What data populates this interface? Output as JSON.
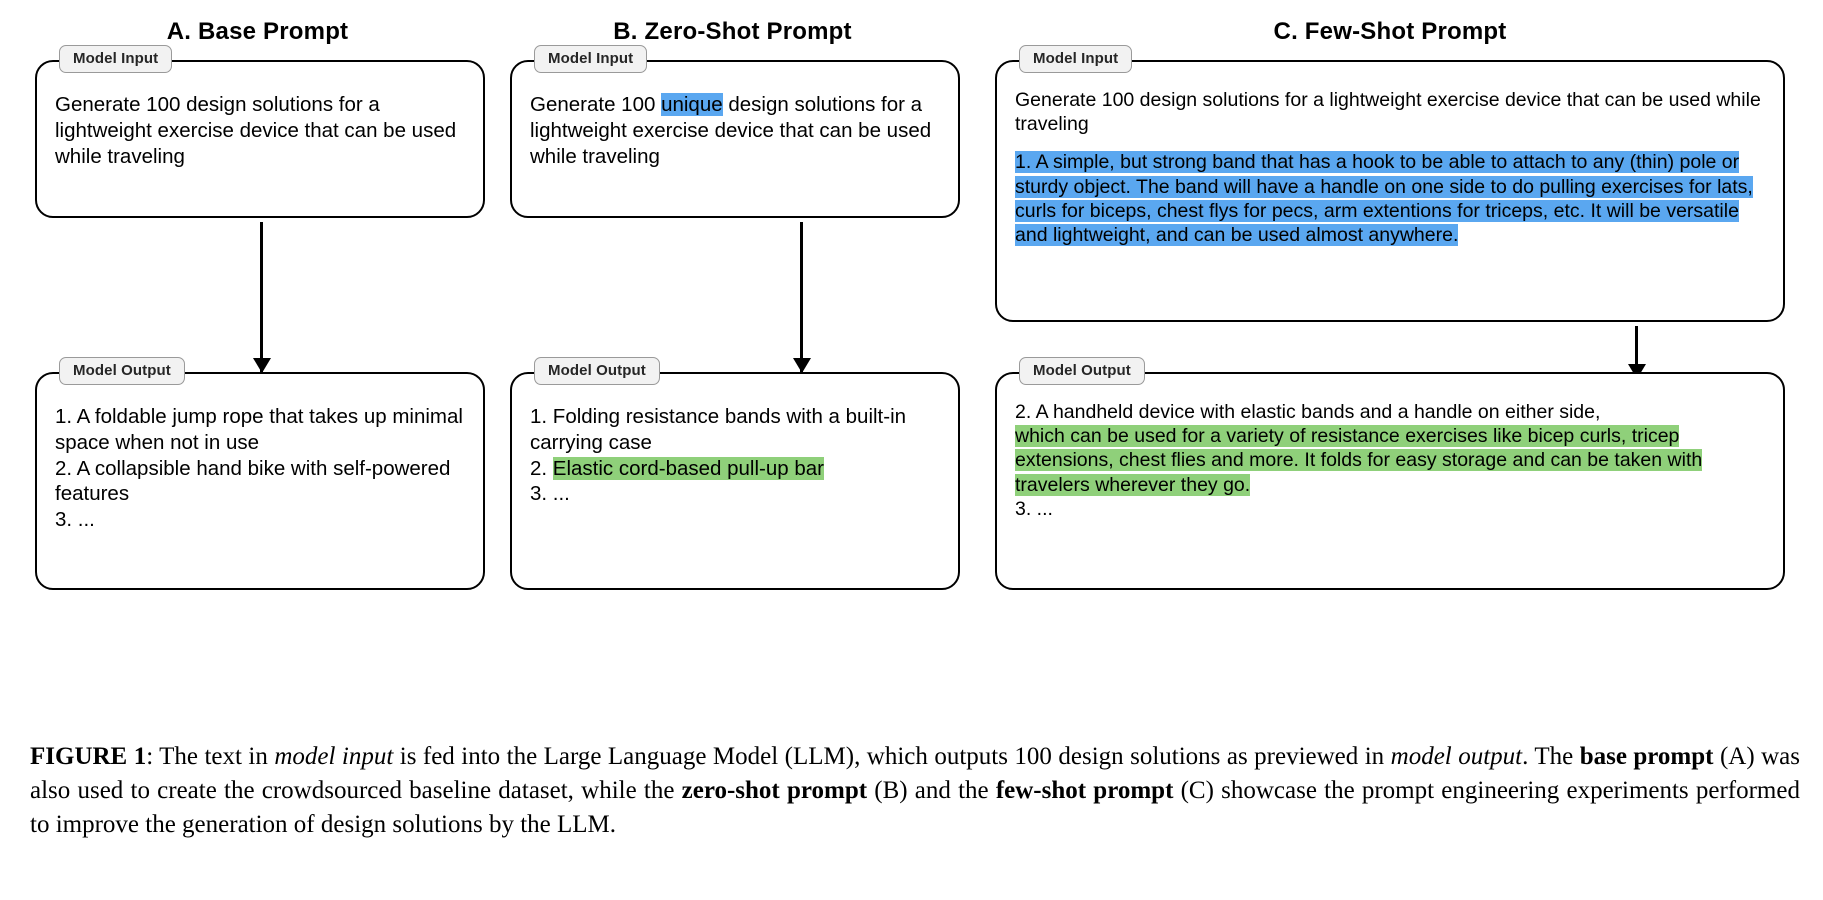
{
  "figure": {
    "columns": [
      {
        "id": "a",
        "title": "A. Base Prompt",
        "input": {
          "tab_label": "Model Input",
          "text": "Generate 100 design solutions for a lightweight exercise device that can be used while traveling"
        },
        "output": {
          "tab_label": "Model Output",
          "line1": "1.  A foldable jump rope that takes up minimal space when not in use",
          "line2": "2. A collapsible hand bike with self-powered features",
          "line3": "3. ..."
        }
      },
      {
        "id": "b",
        "title": "B. Zero-Shot Prompt",
        "input": {
          "tab_label": "Model Input",
          "text_before": "Generate 100 ",
          "highlight_blue": "unique",
          "text_after": " design solutions for a lightweight exercise device that can be used while traveling"
        },
        "output": {
          "tab_label": "Model Output",
          "line1": "1. Folding resistance bands with a built-in carrying case",
          "line2_number": "2. ",
          "line2_highlight_green": "Elastic cord-based pull-up bar",
          "line3": "3. ..."
        }
      },
      {
        "id": "c",
        "title": "C. Few-Shot Prompt",
        "input": {
          "tab_label": "Model Input",
          "text": "Generate 100 design solutions for a lightweight exercise device that can be used while traveling",
          "highlight_blue": "1. A simple, but strong band that has a hook to be able to attach to any (thin) pole or sturdy object. The band will have a handle on one side to do pulling exercises for lats, curls for biceps, chest flys for pecs, arm extentions for triceps, etc. It will be versatile and lightweight, and can be used almost anywhere."
        },
        "output": {
          "tab_label": "Model Output",
          "line2_number": "2. A handheld device with elastic bands and a handle on either side,",
          "line2_highlight_green": "which can be used for a variety of resistance exercises like bicep curls, tricep extensions, chest flies and more. It folds for easy storage and can be taken with travelers wherever they go.",
          "line3": "3. ..."
        }
      }
    ],
    "colors": {
      "highlight_blue": "#5aa7f0",
      "highlight_green": "#8fd07a",
      "tab_background": "#f2f2f2",
      "border": "#000000"
    }
  },
  "caption": {
    "label": "FIGURE 1",
    "colon": ": ",
    "seg1": "The text in ",
    "em1": "model input",
    "seg2": " is fed into the Large Language Model (LLM), which outputs 100 design solutions as previewed in ",
    "em2": "model output",
    "seg3": ".  The ",
    "strong1": "base prompt",
    "seg4": " (A) was also used to create the crowdsourced baseline dataset, while the ",
    "strong2": "zero-shot prompt",
    "seg5": " (B) and the ",
    "strong3": "few-shot prompt",
    "seg6": " (C) showcase the prompt engineering experiments performed to improve the generation of design solutions by the LLM."
  }
}
